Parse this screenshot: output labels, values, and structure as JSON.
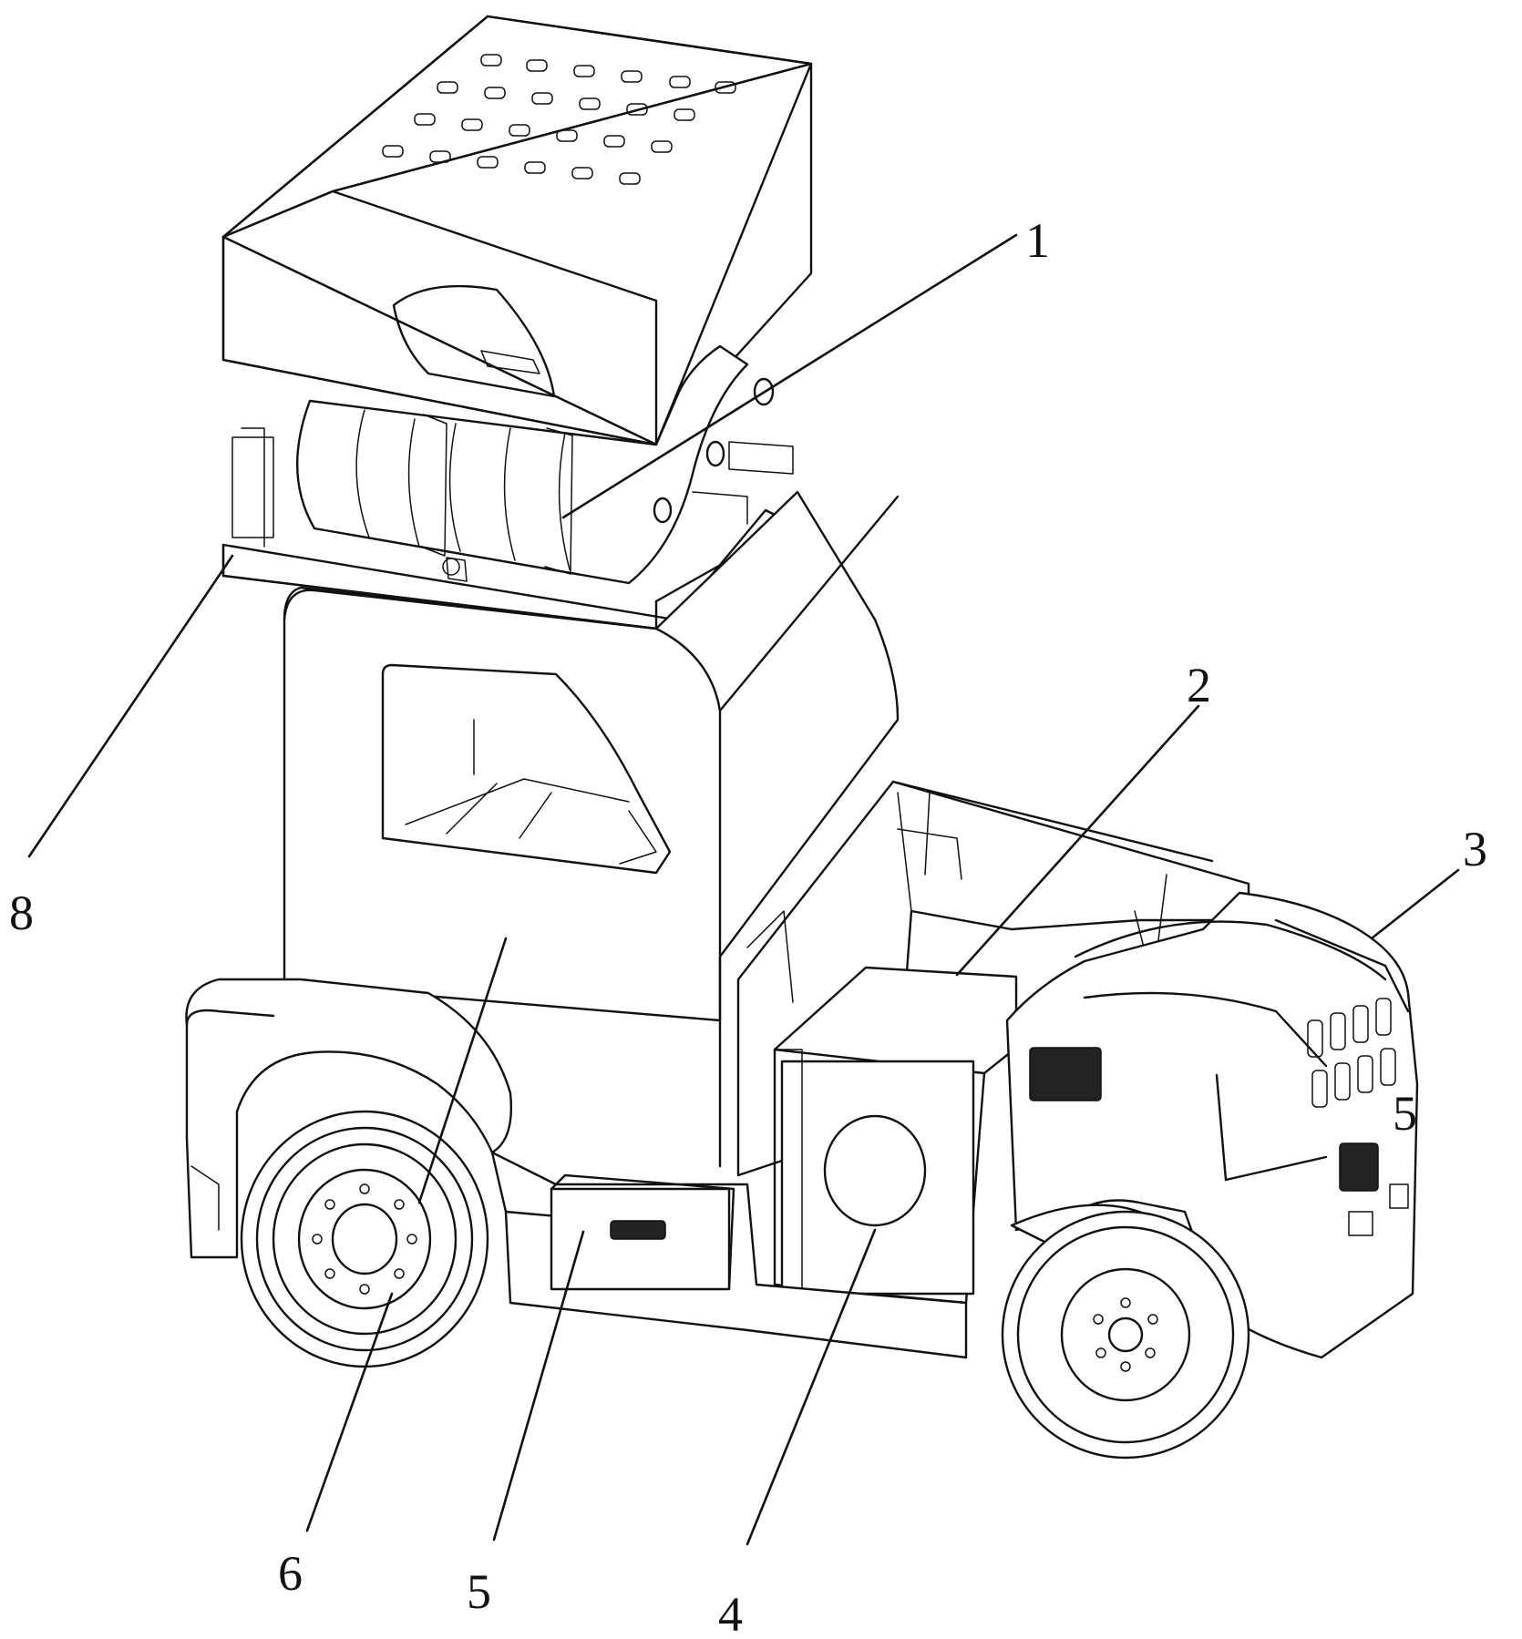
{
  "callouts": [
    {
      "id": "1",
      "label": "1"
    },
    {
      "id": "2",
      "label": "2"
    },
    {
      "id": "3",
      "label": "3"
    },
    {
      "id": "4",
      "label": "4"
    },
    {
      "id": "5a",
      "label": "5"
    },
    {
      "id": "5b",
      "label": "5"
    },
    {
      "id": "6",
      "label": "6"
    },
    {
      "id": "8",
      "label": "8"
    }
  ]
}
